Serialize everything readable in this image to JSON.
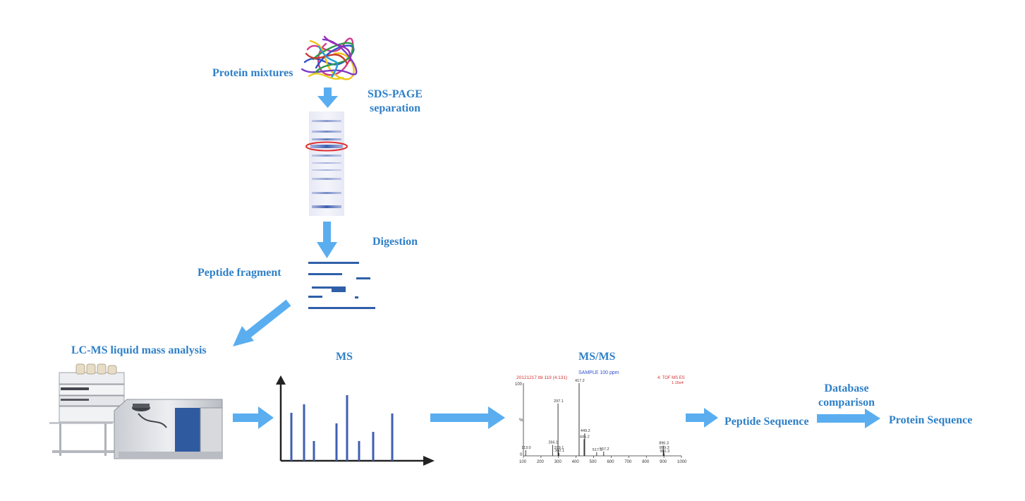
{
  "labels": {
    "protein_mixtures": "Protein mixtures",
    "sds_page_line1": "SDS-PAGE",
    "sds_page_line2": "separation",
    "digestion": "Digestion",
    "peptide_fragment": "Peptide fragment",
    "lcms": "LC-MS liquid mass analysis",
    "ms": "MS",
    "msms": "MS/MS",
    "peptide_sequence": "Peptide Sequence",
    "database_line1": "Database",
    "database_line2": "comparison",
    "protein_sequence": "Protein Sequence"
  },
  "spectrum": {
    "header_left": "20121217 tbl 119 (4.131)",
    "header_center": "SAMPLE  100 ppm",
    "header_right_1": "4: TOF MS ES",
    "header_right_2": "1.16e4",
    "y_max_label": "100",
    "y_mid_label": "%",
    "y_zero_label": "0",
    "x_ticks": [
      "100",
      "200",
      "300",
      "400",
      "500",
      "600",
      "700",
      "800",
      "900",
      "1000"
    ],
    "peaks": [
      {
        "mz": 113.0,
        "rel": 8,
        "label": "113.0"
      },
      {
        "mz": 266.1,
        "rel": 15,
        "label": "266.1"
      },
      {
        "mz": 297.1,
        "rel": 72,
        "label": "297.1"
      },
      {
        "mz": 299.1,
        "rel": 8,
        "label": "299.1"
      },
      {
        "mz": 302.1,
        "rel": 4,
        "label": "302.1"
      },
      {
        "mz": 417.2,
        "rel": 100,
        "label": "417.2"
      },
      {
        "mz": 445.2,
        "rel": 23,
        "label": "445.2"
      },
      {
        "mz": 449.2,
        "rel": 31,
        "label": "449.2"
      },
      {
        "mz": 517.1,
        "rel": 5,
        "label": "517.1"
      },
      {
        "mz": 557.2,
        "rel": 6,
        "label": "557.2"
      },
      {
        "mz": 896.3,
        "rel": 14,
        "label": "896.3"
      },
      {
        "mz": 899.3,
        "rel": 8,
        "label": "899.3"
      },
      {
        "mz": 901.3,
        "rel": 3,
        "label": "901.3"
      }
    ]
  },
  "colors": {
    "label": "#2f80c8",
    "arrow": "#5aaef0",
    "band": "#3f5fb0",
    "highlight": "#e03030",
    "fragment": "#2f5fa8"
  }
}
